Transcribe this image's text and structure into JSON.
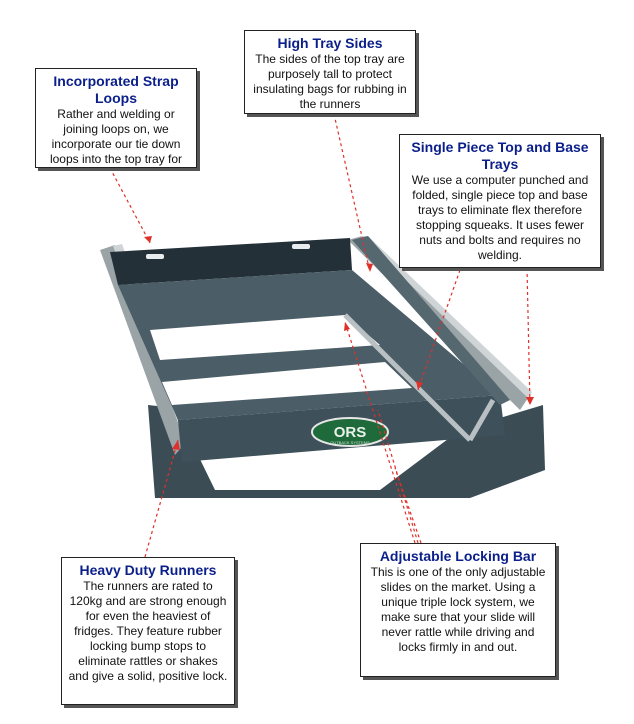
{
  "callouts": {
    "strap": {
      "title": "Incorporated Strap Loops",
      "body": "Rather and welding or joining loops on, we incorporate our tie down loops into the top tray for strength and"
    },
    "sides": {
      "title": "High Tray Sides",
      "body": "The sides of the top tray are purposely tall to protect insulating bags for rubbing in the runners"
    },
    "single": {
      "title": "Single Piece Top and Base Trays",
      "body": "We use a computer punched and folded, single piece top and base trays to eliminate flex therefore stopping squeaks. It uses fewer nuts and bolts and requires no welding."
    },
    "runners": {
      "title": "Heavy Duty Runners",
      "body": "The runners are rated to 120kg and are strong enough for even the heaviest of fridges. They feature rubber locking bump stops to eliminate rattles or shakes and give a solid, positive lock."
    },
    "locking": {
      "title": "Adjustable Locking Bar",
      "body": "This is one of the only adjustable slides on the market. Using a unique triple lock system, we make sure that your slide will never rattle while driving and locks firmly in and out."
    }
  },
  "product": {
    "badge_text": "ORS",
    "badge_subtext": "OUTBACK SYSTEMS"
  },
  "colors": {
    "title": "#0b1f8a",
    "leader": "#e0302a",
    "tray": "#3f5159"
  }
}
